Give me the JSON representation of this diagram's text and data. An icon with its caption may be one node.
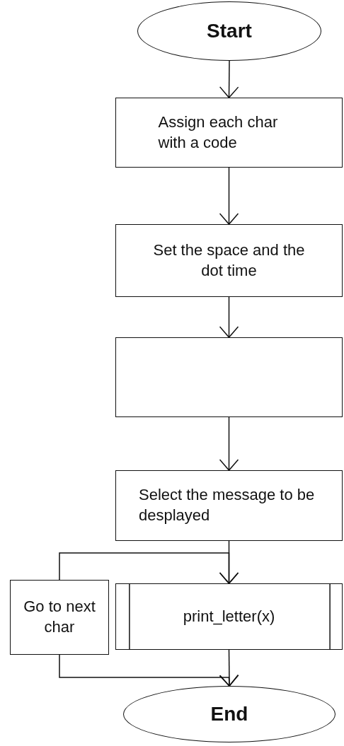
{
  "diagram": {
    "nodes": [
      {
        "text": [
          "Start"
        ]
      },
      {
        "text": [
          "Assign each char with a code"
        ]
      },
      {
        "text": [
          "Set the space and the dot time"
        ]
      },
      {
        "text": [],
        "shape": "box"
      },
      {
        "text": [
          "Select the message to be desplayed"
        ]
      },
      {
        "text": [
          "print_letter(x)"
        ]
      },
      {
        "text": [
          "Go to next char"
        ]
      },
      {
        "text": [
          "End"
        ]
      }
    ],
    "edges": [
      {
        "from": 0,
        "to": 1,
        "arrow": "to"
      },
      {
        "from": 1,
        "to": 2,
        "arrow": "to"
      },
      {
        "from": 2,
        "to": 3,
        "arrow": "to"
      },
      {
        "from": 3,
        "to": 4,
        "arrow": "to"
      },
      {
        "from": 4,
        "to": 5,
        "arrow": "to"
      },
      {
        "from": 6,
        "to": 5,
        "arrow": "to"
      },
      {
        "from": 5,
        "to": 7,
        "arrow": "to"
      },
      {
        "from": 6,
        "to": 7,
        "arrow": "to"
      }
    ]
  }
}
